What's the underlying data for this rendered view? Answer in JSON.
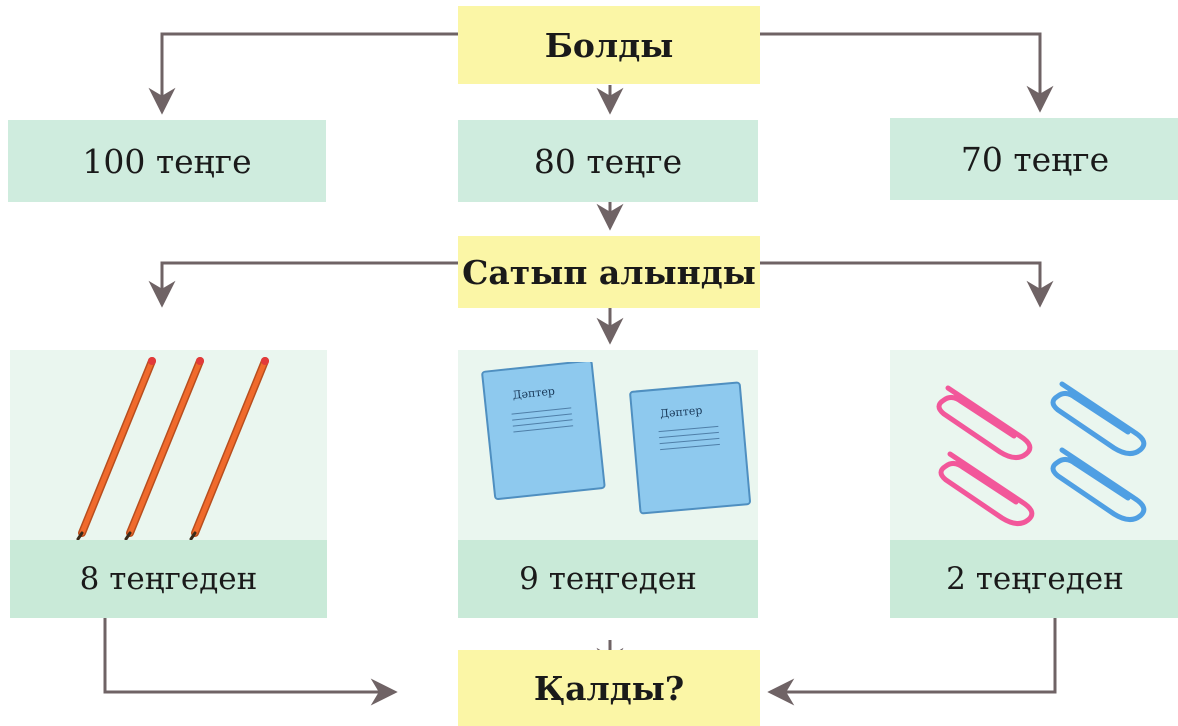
{
  "diagram": {
    "top_node": "Болды",
    "amounts": [
      "100 теңге",
      "80 теңге",
      "70 теңге"
    ],
    "middle_node": "Сатып алынды",
    "items": [
      {
        "icon": "pencils-icon",
        "price": "8 теңгеден"
      },
      {
        "icon": "notebooks-icon",
        "price": "9 теңгеден",
        "notebook_label": "Дәптер"
      },
      {
        "icon": "paper-clips-icon",
        "price": "2 теңгеден"
      }
    ],
    "bottom_node": "Қалды?"
  },
  "colors": {
    "yellow_box": "#fbf6a6",
    "green_box": "#cfecde",
    "arrow": "#6f6365",
    "pencil": "#f06a2c",
    "notebook": "#8ec9ee",
    "clip_pink": "#f2579a",
    "clip_blue": "#4f9fe3"
  }
}
